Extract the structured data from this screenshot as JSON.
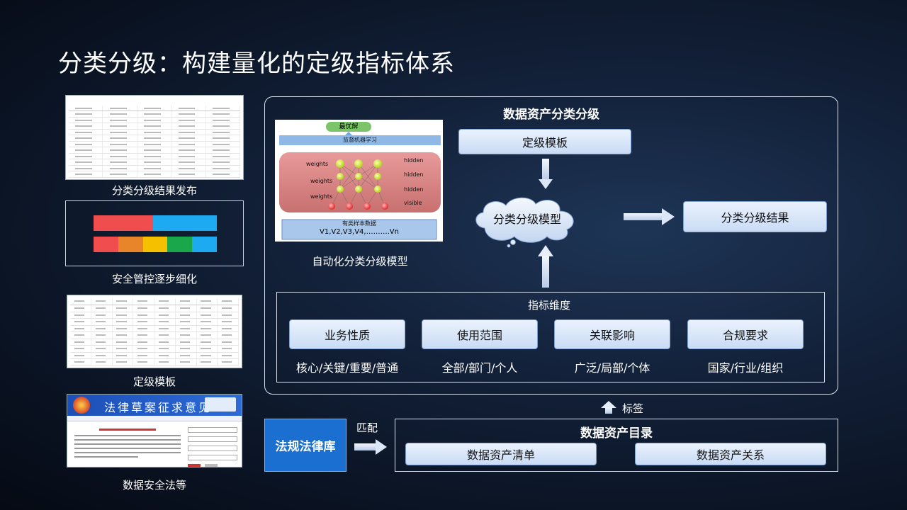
{
  "slide": {
    "title": "分类分级：构建量化的定级指标体系"
  },
  "left_panel": {
    "captions": [
      "分类分级结果发布",
      "安全管控逐步细化",
      "定级模板",
      "数据安全法等"
    ],
    "law_banner_text": "法律草案征求意见"
  },
  "nn_figure": {
    "top_label": "最优解",
    "layer_label": "监督机器学习",
    "weight_labels": [
      "weights",
      "weights",
      "weights"
    ],
    "hidden_labels": [
      "hidden",
      "hidden",
      "hidden"
    ],
    "visible_label": "visible",
    "sample_label": "有类样本数据",
    "sample_vars": "V1,V2,V3,V4,……….Vn",
    "caption": "自动化分类分级模型"
  },
  "main_frame": {
    "title": "数据资产分类分级",
    "template_label": "定级模板",
    "model_label": "分类分级模型",
    "result_label": "分类分级结果"
  },
  "dimensions": {
    "title": "指标维度",
    "items": [
      {
        "label": "业务性质",
        "values": "核心/关键/重要/普通"
      },
      {
        "label": "使用范围",
        "values": "全部/部门/个人"
      },
      {
        "label": "关联影响",
        "values": "广泛/局部/个体"
      },
      {
        "label": "合规要求",
        "values": "国家/行业/组织"
      }
    ]
  },
  "bottom": {
    "tag_label": "标签",
    "law_box": "法规法律库",
    "match_label": "匹配",
    "catalog_title": "数据资产目录",
    "catalog_items": [
      "数据资产清单",
      "数据资产关系"
    ]
  },
  "colors": {
    "bar_top": [
      "#f04e4e",
      "#1eaaf0"
    ],
    "bar_bottom": [
      "#f04e4e",
      "#e8842a",
      "#f5c000",
      "#1aa64a",
      "#1eaaf0"
    ],
    "law_box": "#1a6fd0"
  }
}
